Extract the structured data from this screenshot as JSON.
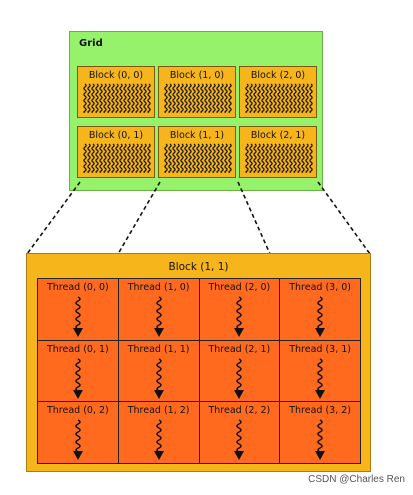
{
  "grid": {
    "title": "Grid",
    "blocks": [
      {
        "label": "Block (0, 0)"
      },
      {
        "label": "Block (1, 0)"
      },
      {
        "label": "Block (2, 0)"
      },
      {
        "label": "Block (0, 1)"
      },
      {
        "label": "Block (1, 1)"
      },
      {
        "label": "Block (2, 1)"
      }
    ]
  },
  "detail_block": {
    "title": "Block (1, 1)",
    "threads": [
      {
        "label": "Thread (0, 0)"
      },
      {
        "label": "Thread (1, 0)"
      },
      {
        "label": "Thread (2, 0)"
      },
      {
        "label": "Thread (3, 0)"
      },
      {
        "label": "Thread (0, 1)"
      },
      {
        "label": "Thread (1, 1)"
      },
      {
        "label": "Thread (2, 1)"
      },
      {
        "label": "Thread (3, 1)"
      },
      {
        "label": "Thread (0, 2)"
      },
      {
        "label": "Thread (1, 2)"
      },
      {
        "label": "Thread (2, 2)"
      },
      {
        "label": "Thread (3, 2)"
      }
    ]
  },
  "watermark": "CSDN @Charles Ren",
  "colors": {
    "grid_bg": "#96f26a",
    "block_bg": "#f7b51c",
    "thread_bg": "#ff6a1f"
  }
}
